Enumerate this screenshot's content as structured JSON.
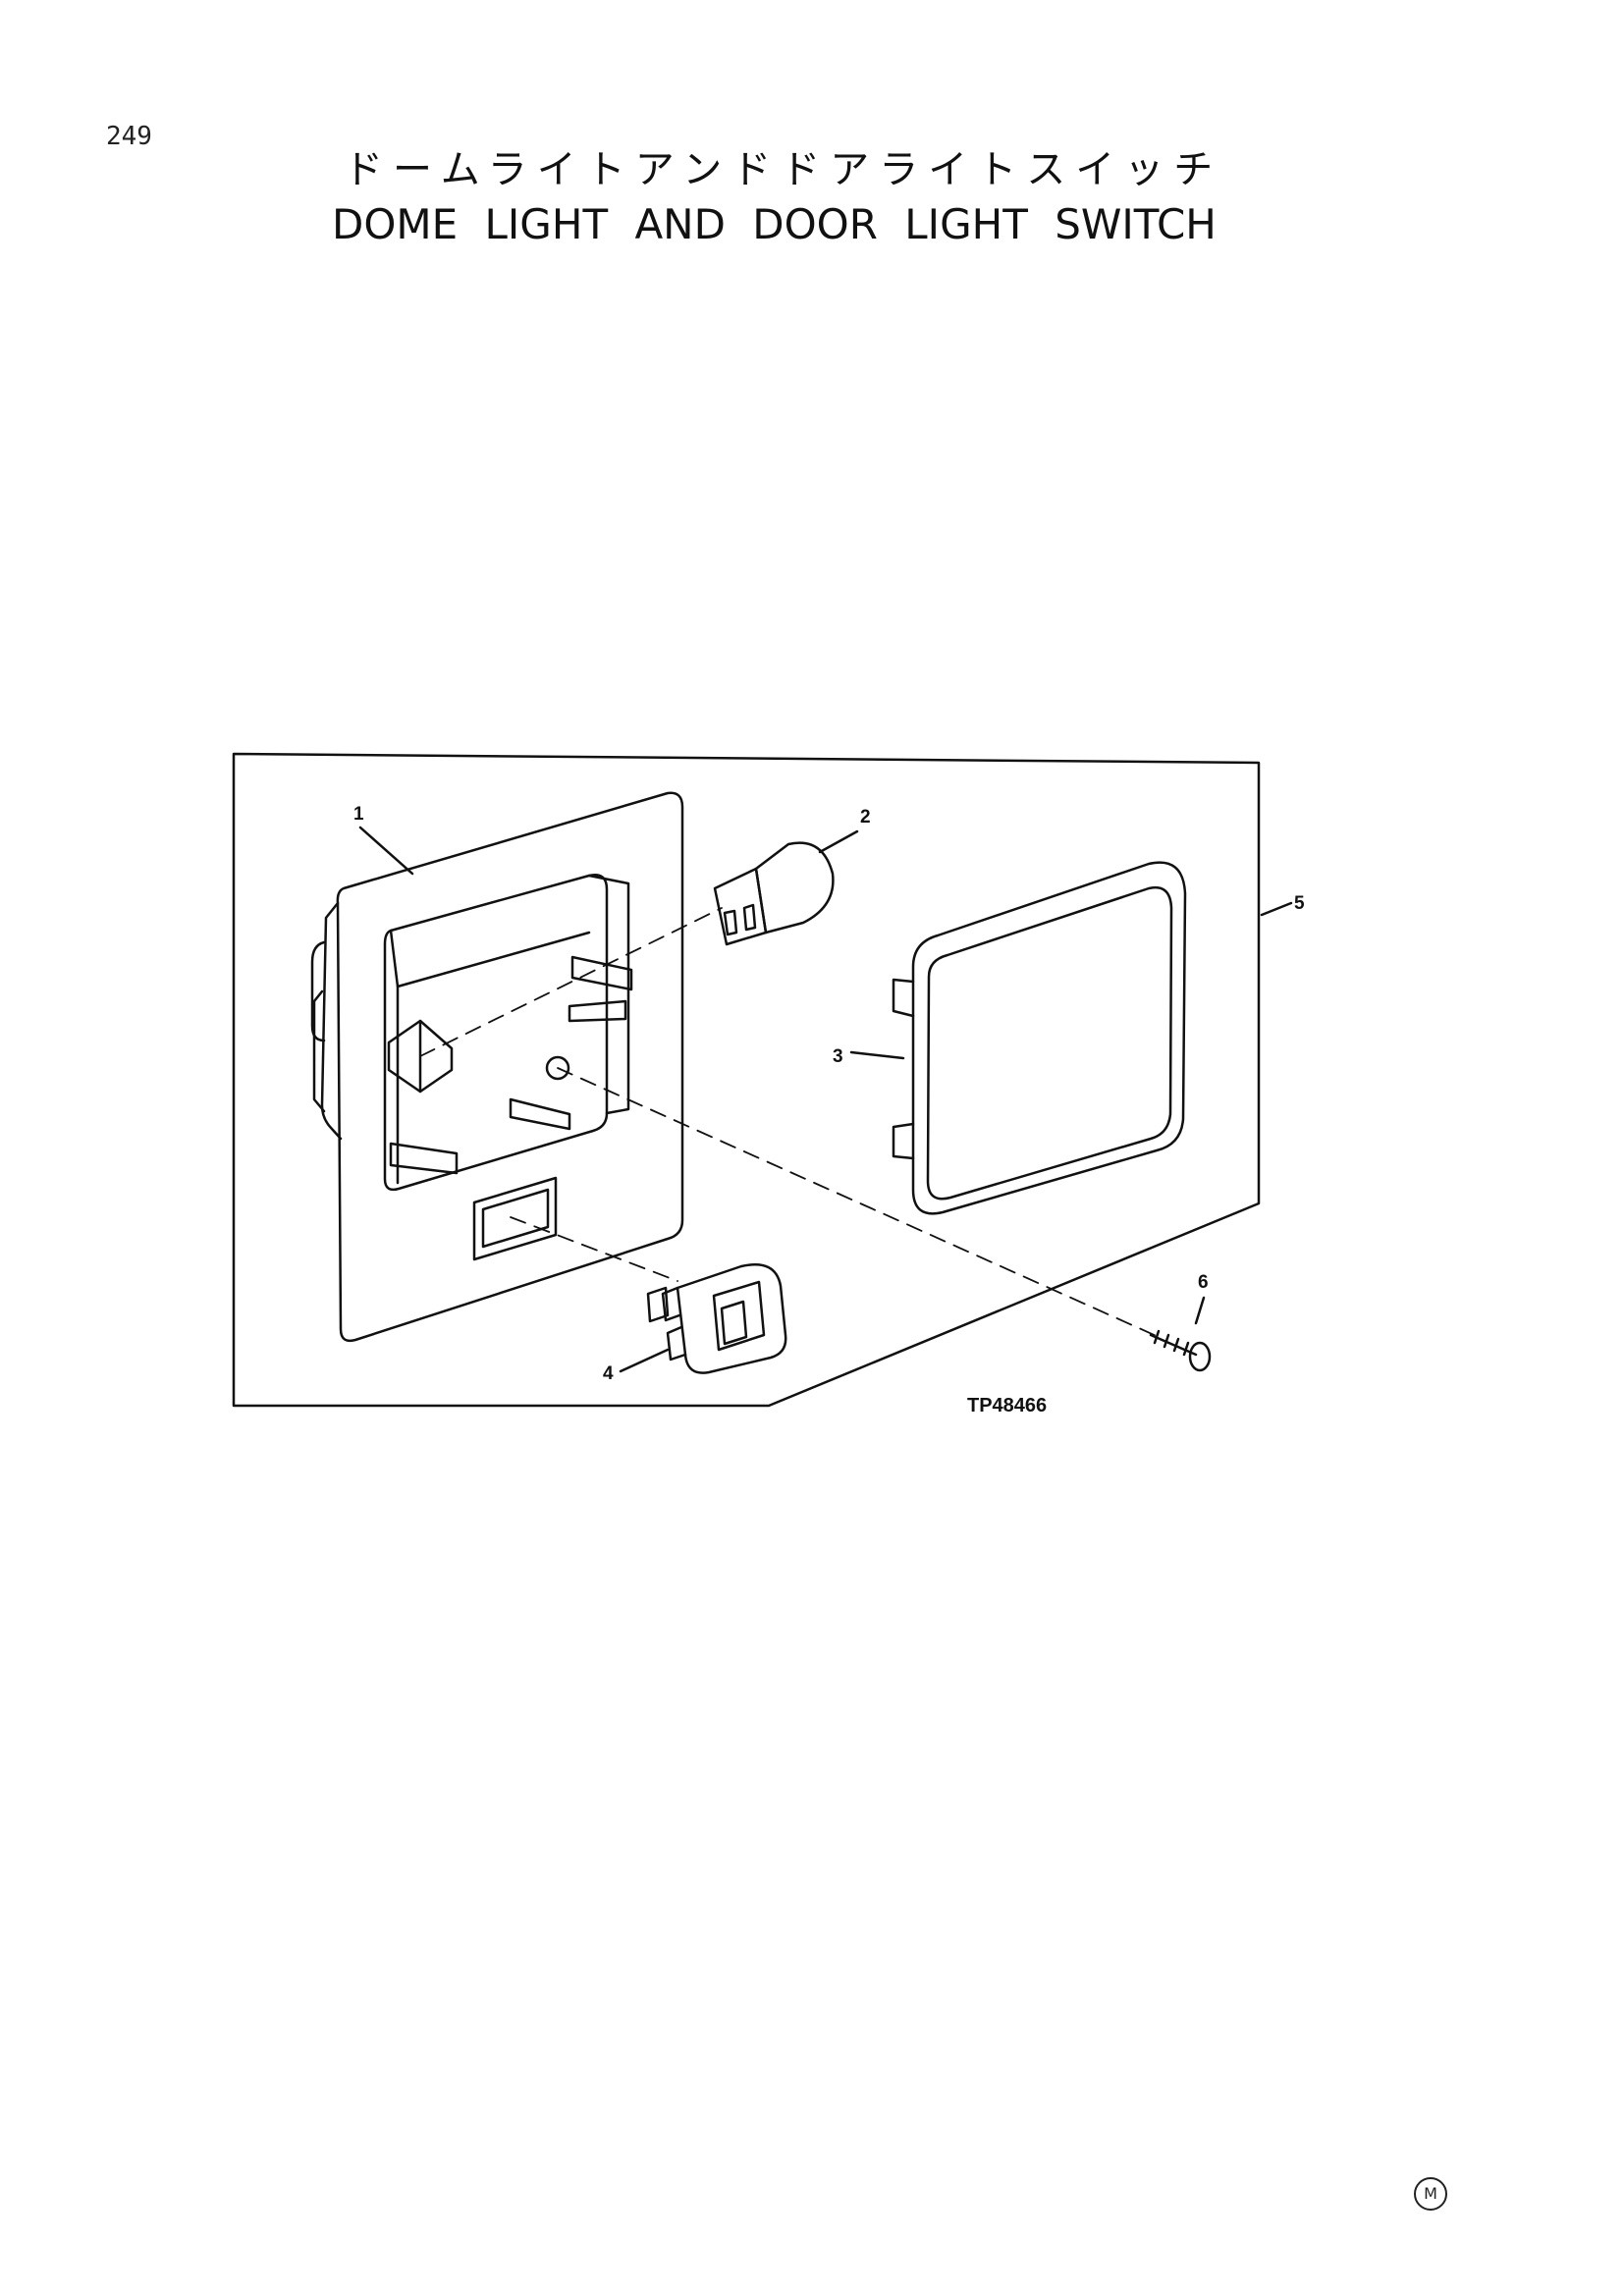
{
  "page_number": "249",
  "title_jp": "ドームライトアンドドアライトスイッチ",
  "title_en": "DOME LIGHT AND DOOR LIGHT SWITCH",
  "callouts": [
    "1",
    "2",
    "3",
    "4",
    "5",
    "6"
  ],
  "figure_ref": "TP48466",
  "corner_mark": "M"
}
